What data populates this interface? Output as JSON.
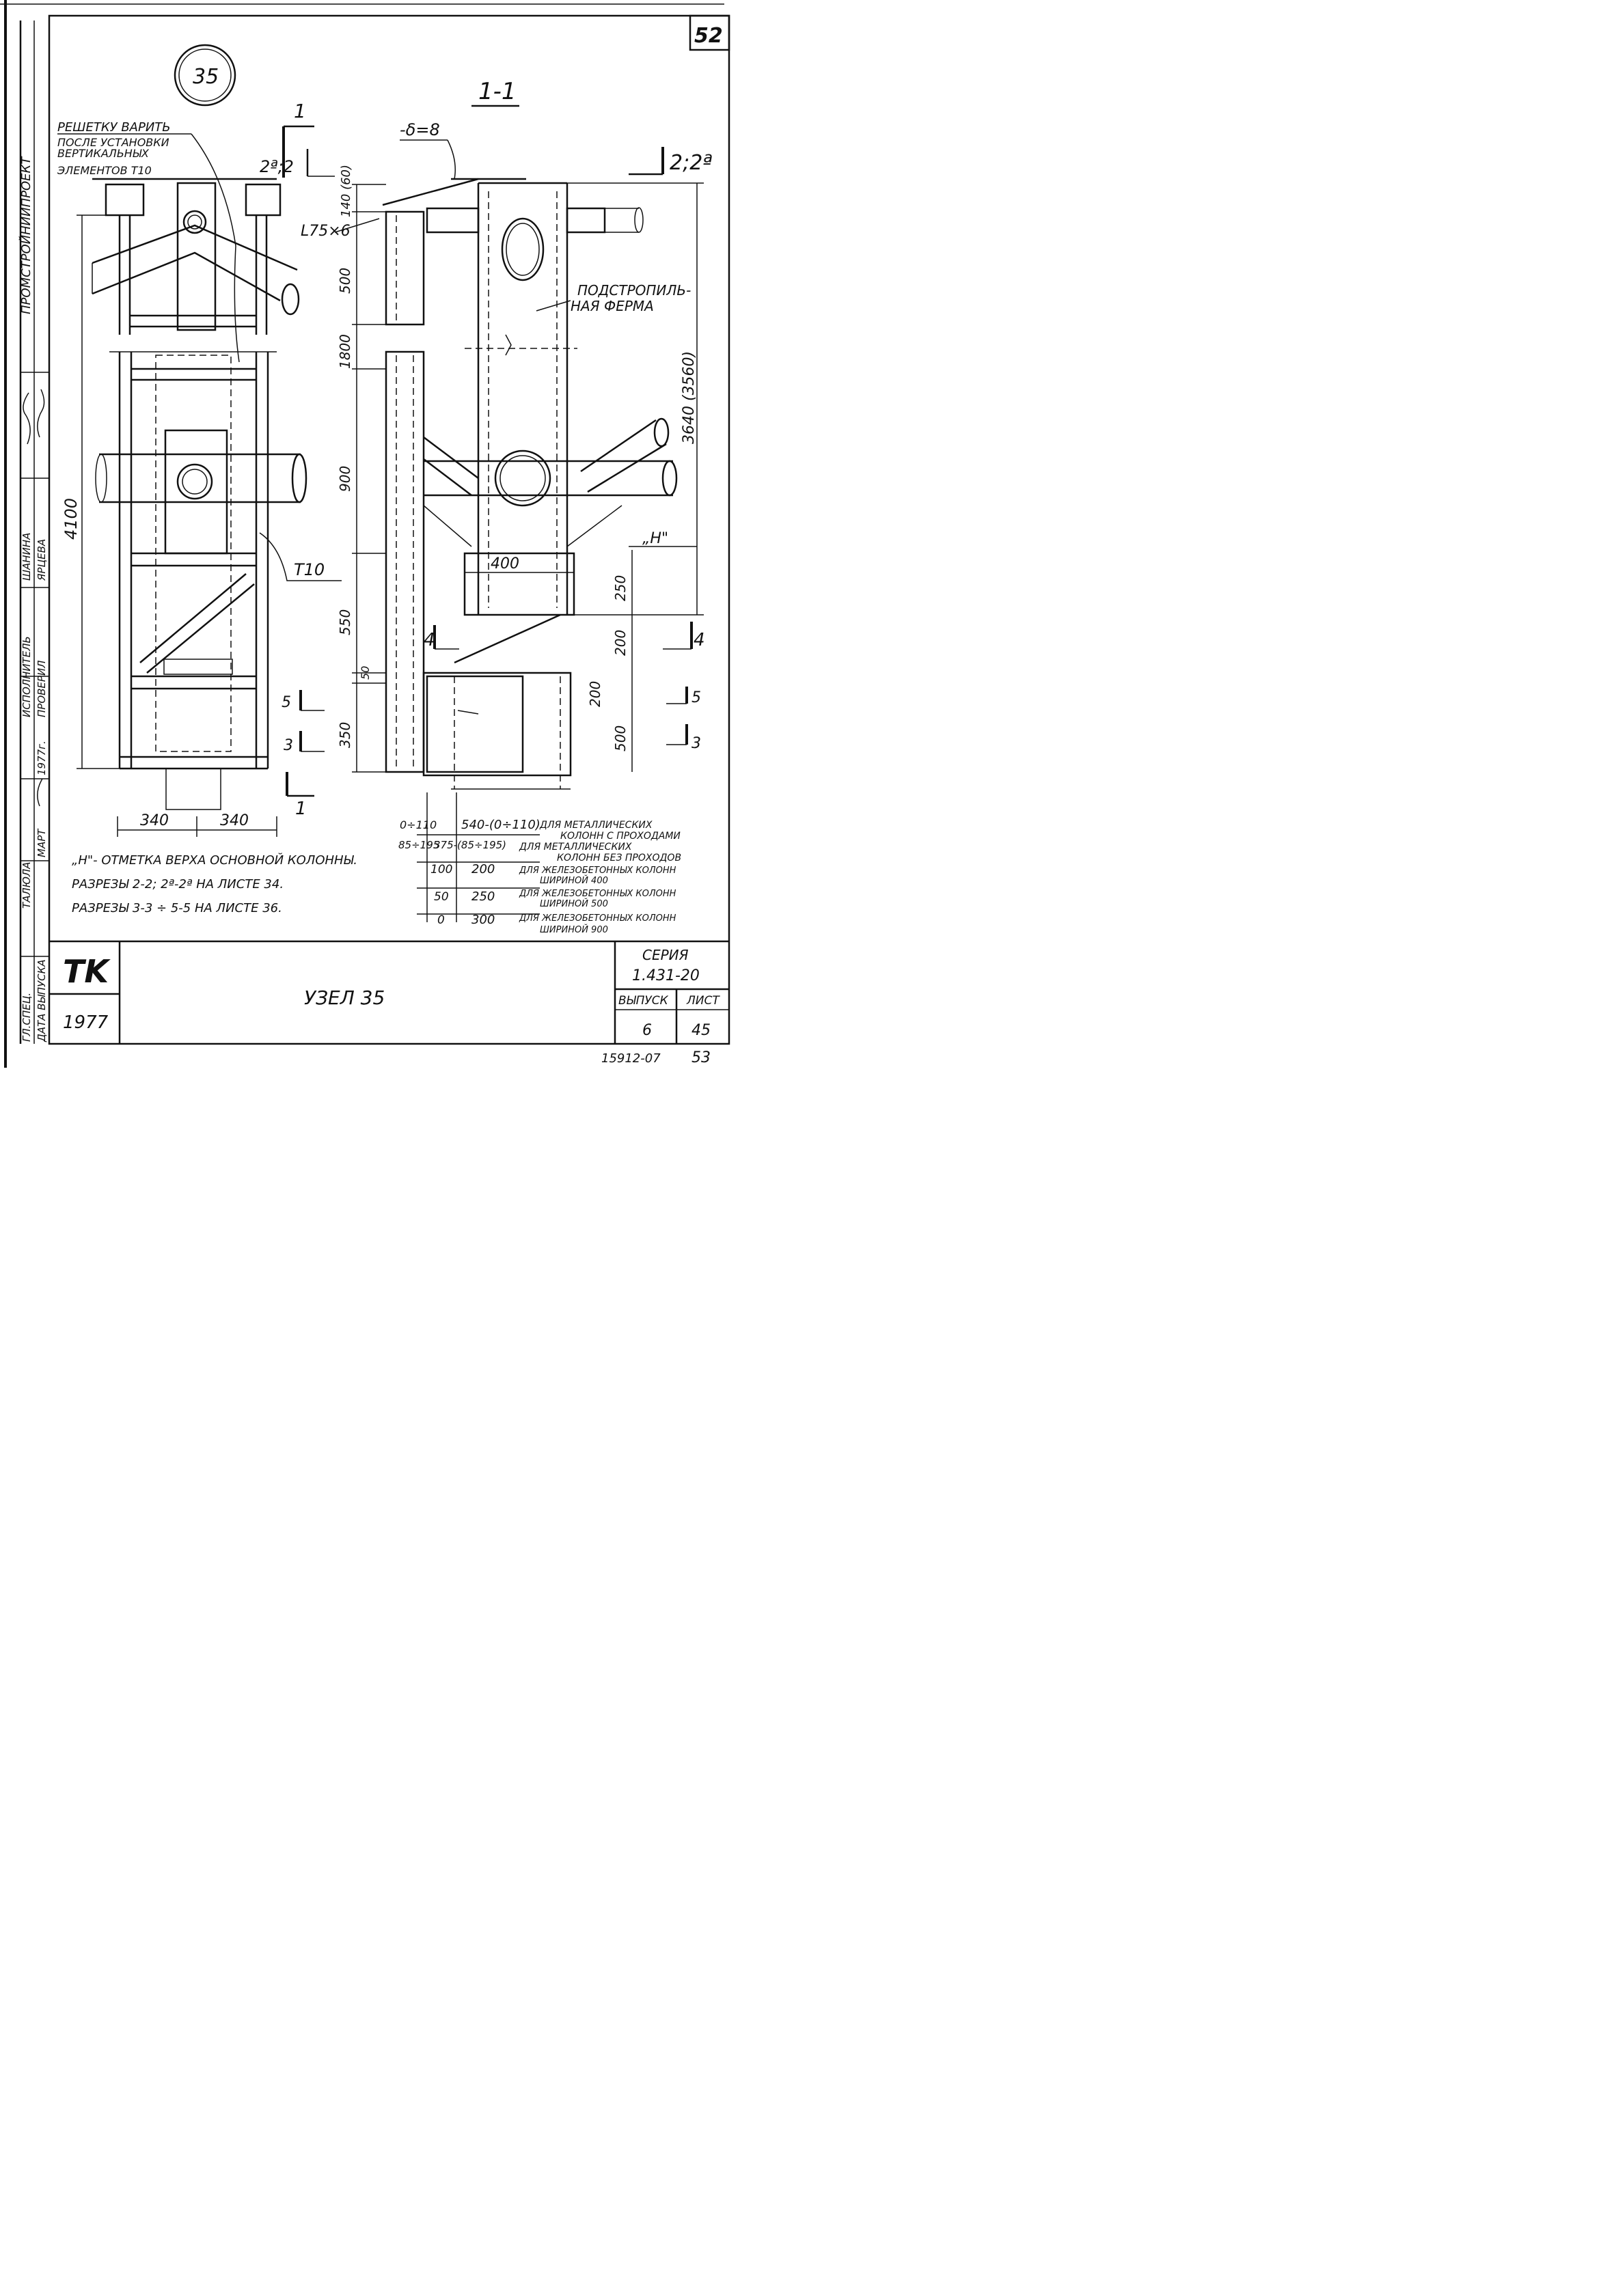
{
  "sheet_number": "52",
  "node_number": "35",
  "section_title": "1-1",
  "lattice_note": [
    "РЕШЕТКУ ВАРИТЬ",
    "ПОСЛЕ УСТАНОВКИ",
    "ВЕРТИКАЛЬНЫХ",
    "ЭЛЕМЕНТОВ Т10"
  ],
  "section_marks": {
    "left_cut_top": "1",
    "left_cut_bottom": "1",
    "upper_mark_left": "2ª;2",
    "upper_mark_right": "2;2ª",
    "mark_4_left": "4",
    "mark_4_right": "4",
    "mark_5_left": "5",
    "mark_5_right": "5",
    "mark_3_left": "3",
    "mark_3_right": "3"
  },
  "labels": {
    "plate": "-δ=8",
    "angle": "L75×6",
    "truss": [
      "ПОДСТРОПИЛЬ-",
      "НАЯ ФЕРМА"
    ],
    "t10": "T10",
    "h_mark": "„H\""
  },
  "dimensions": {
    "left_height": "4100",
    "left_width_a": "340",
    "left_width_b": "340",
    "d_140": "140 (60)",
    "d_500": "500",
    "d_1800": "1800",
    "d_900": "900",
    "d_550": "550",
    "d_50": "50",
    "d_350": "350",
    "d_400": "400",
    "d_3640": "3640 (3560)",
    "d_250": "250",
    "d_200a": "200",
    "d_200b": "200",
    "d_500b": "500"
  },
  "table": {
    "rows": [
      {
        "a": "0÷110",
        "b": "540-(0÷110)",
        "c": [
          "ДЛЯ МЕТАЛЛИЧЕСКИХ",
          "КОЛОНН С ПРОХОДАМИ"
        ]
      },
      {
        "a": "85÷195",
        "b": "375-(85÷195)",
        "c": [
          "ДЛЯ МЕТАЛЛИЧЕСКИХ",
          "КОЛОНН БЕЗ ПРОХОДОВ"
        ]
      },
      {
        "a": "100",
        "b": "200",
        "c": [
          "ДЛЯ ЖЕЛЕЗОБЕТОННЫХ КОЛОНН",
          "ШИРИНОЙ 400"
        ]
      },
      {
        "a": "50",
        "b": "250",
        "c": [
          "ДЛЯ ЖЕЛЕЗОБЕТОННЫХ КОЛОНН",
          "ШИРИНОЙ 500"
        ]
      },
      {
        "a": "0",
        "b": "300",
        "c": [
          "ДЛЯ ЖЕЛЕЗОБЕТОННЫХ КОЛОНН",
          "ШИРИНОЙ 900"
        ]
      }
    ]
  },
  "notes": [
    "„H\"- ОТМЕТКА ВЕРХА ОСНОВНОЙ КОЛОННЫ.",
    "РАЗРЕЗЫ 2-2; 2ª-2ª НА ЛИСТЕ 34.",
    "РАЗРЕЗЫ 3-3 ÷ 5-5 НА ЛИСТЕ 36."
  ],
  "side_stamp": {
    "org": "ПРОМСТРОЙНИИПРОЕКТ",
    "roles": [
      "ГЛ.СПЕЦ.",
      "ИСПОЛНИТЕЛЬ",
      "ПРОВЕРИЛ",
      "ДАТА ВЫПУСКА"
    ],
    "names": [
      "ШАНИНА",
      "ЯРЦЕВА",
      "ТАЛЮЛА"
    ],
    "date": "1977г.",
    "month": "МАРТ"
  },
  "title_block": {
    "logo": "TK",
    "year": "1977",
    "title": "УЗЕЛ 35",
    "series_label": "СЕРИЯ",
    "series_value": "1.431-20",
    "issue_label": "ВЫПУСК",
    "sheet_label": "ЛИСТ",
    "issue_value": "6",
    "sheet_value": "45"
  },
  "footer_code": "15912-07",
  "footer_page": "53"
}
